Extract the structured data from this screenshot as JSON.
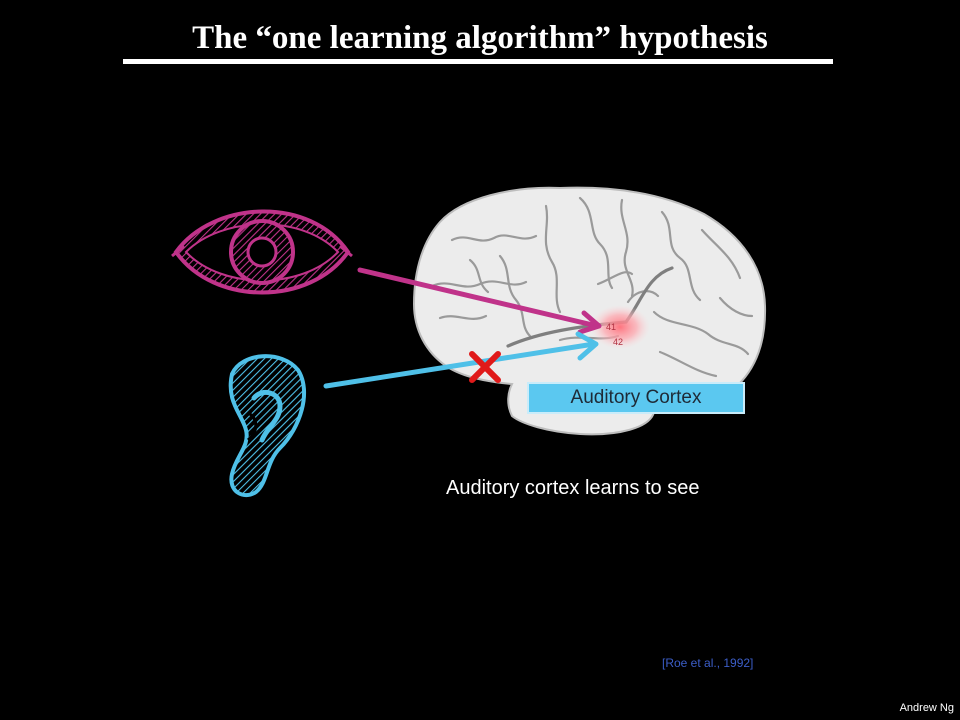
{
  "slide": {
    "title": "The “one learning algorithm” hypothesis",
    "cortex_label": "Auditory Cortex",
    "caption": "Auditory cortex learns to see",
    "citation": "[Roe et al., 1992]",
    "author": "Andrew Ng",
    "area_labels": [
      "41",
      "42"
    ]
  },
  "colors": {
    "eye": "#c0338a",
    "ear": "#4fc0e8",
    "x_mark": "#e01a1a",
    "label_bg": "#5bc8f0"
  },
  "icons": [
    "eye-icon",
    "ear-icon",
    "brain-image",
    "x-mark-icon"
  ]
}
